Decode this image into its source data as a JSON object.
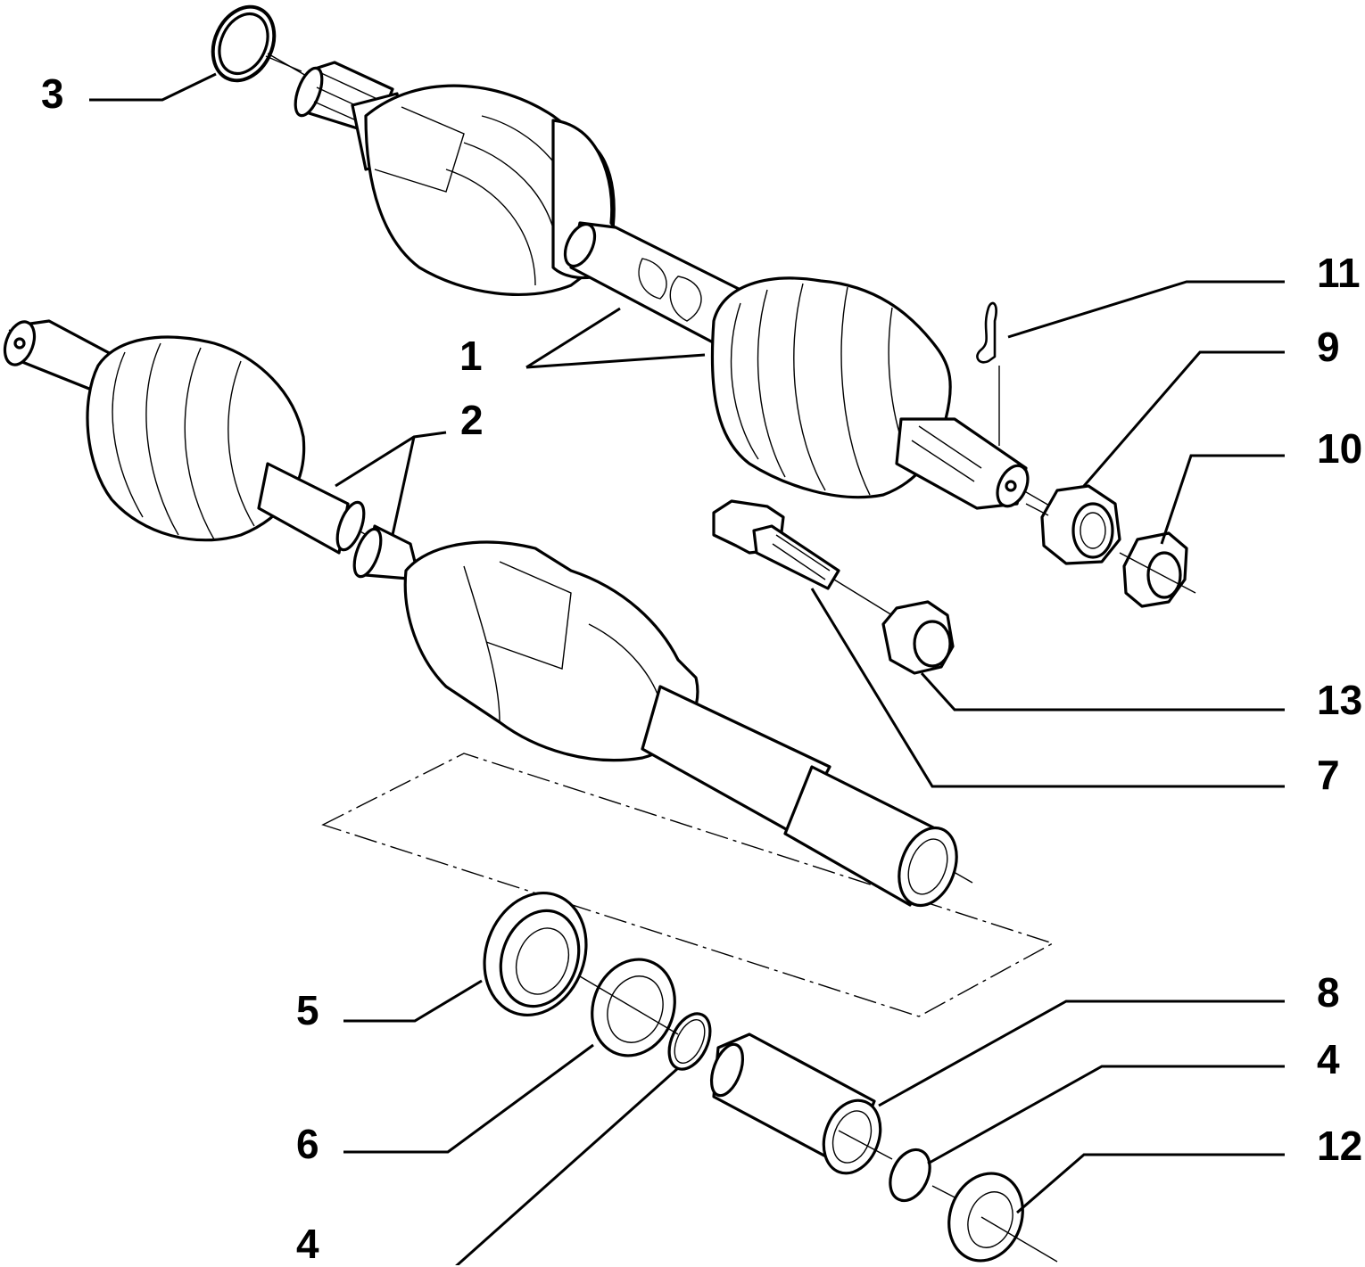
{
  "callouts": [
    {
      "key": "c3",
      "number": "3",
      "part": "snap-ring"
    },
    {
      "key": "c11",
      "number": "11",
      "part": "cotter-pin"
    },
    {
      "key": "c9",
      "number": "9",
      "part": "hub-nut"
    },
    {
      "key": "c1",
      "number": "1",
      "part": "drive-shaft-right"
    },
    {
      "key": "c2",
      "number": "2",
      "part": "drive-shaft-left"
    },
    {
      "key": "c10",
      "number": "10",
      "part": "nut-lock-cap"
    },
    {
      "key": "c13",
      "number": "13",
      "part": "self-locking-nut"
    },
    {
      "key": "c7",
      "number": "7",
      "part": "bolt"
    },
    {
      "key": "c5",
      "number": "5",
      "part": "bearing"
    },
    {
      "key": "c8",
      "number": "8",
      "part": "intermediate-shaft"
    },
    {
      "key": "c6",
      "number": "6",
      "part": "seal"
    },
    {
      "key": "c4a",
      "number": "4",
      "part": "circlip-bearing"
    },
    {
      "key": "c4b",
      "number": "4",
      "part": "circlip-shaft"
    },
    {
      "key": "c12",
      "number": "12",
      "part": "tone-wheel"
    }
  ],
  "label_text": {
    "c3": "3",
    "c11": "11",
    "c9": "9",
    "c1": "1",
    "c2": "2",
    "c10": "10",
    "c13": "13",
    "c7": "7",
    "c5": "5",
    "c8": "8",
    "c6": "6",
    "c4a": "4",
    "c4b": "4",
    "c12": "12"
  },
  "colors": {
    "ink": "#000000",
    "paper": "#ffffff"
  }
}
